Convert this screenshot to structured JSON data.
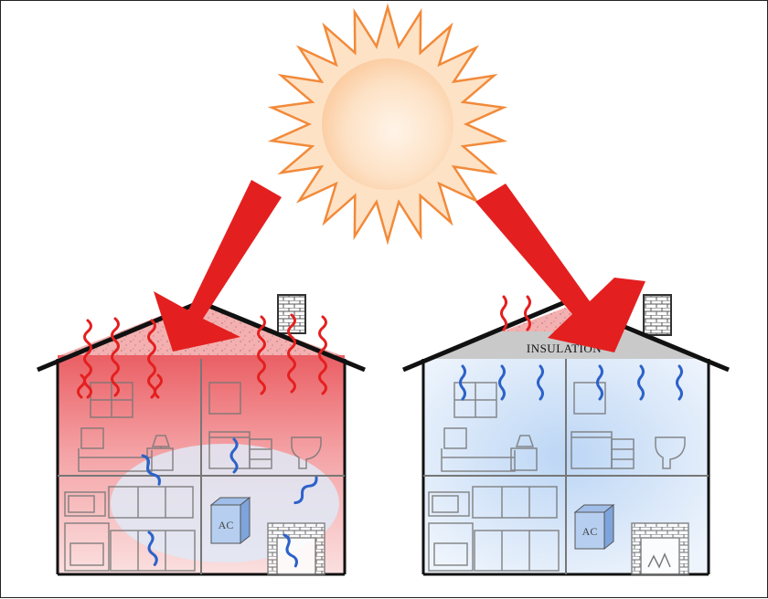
{
  "labels": {
    "insulation": "INSULATION",
    "ac_left": "AC",
    "ac_right": "AC"
  },
  "colors": {
    "heat": "#e41f1f",
    "cool": "#2c62c9",
    "sun_fill": "#fdd9b5",
    "sun_stroke": "#f28a3a",
    "hot_interior": "#f07c7c",
    "cool_interior": "#d8e6f8",
    "insulation": "#c7c7c7"
  },
  "icons": [
    "sun-icon",
    "heat-arrow",
    "heat-wave-icon",
    "cool-wave-icon",
    "house-icon",
    "chimney-icon",
    "ac-unit-icon"
  ]
}
